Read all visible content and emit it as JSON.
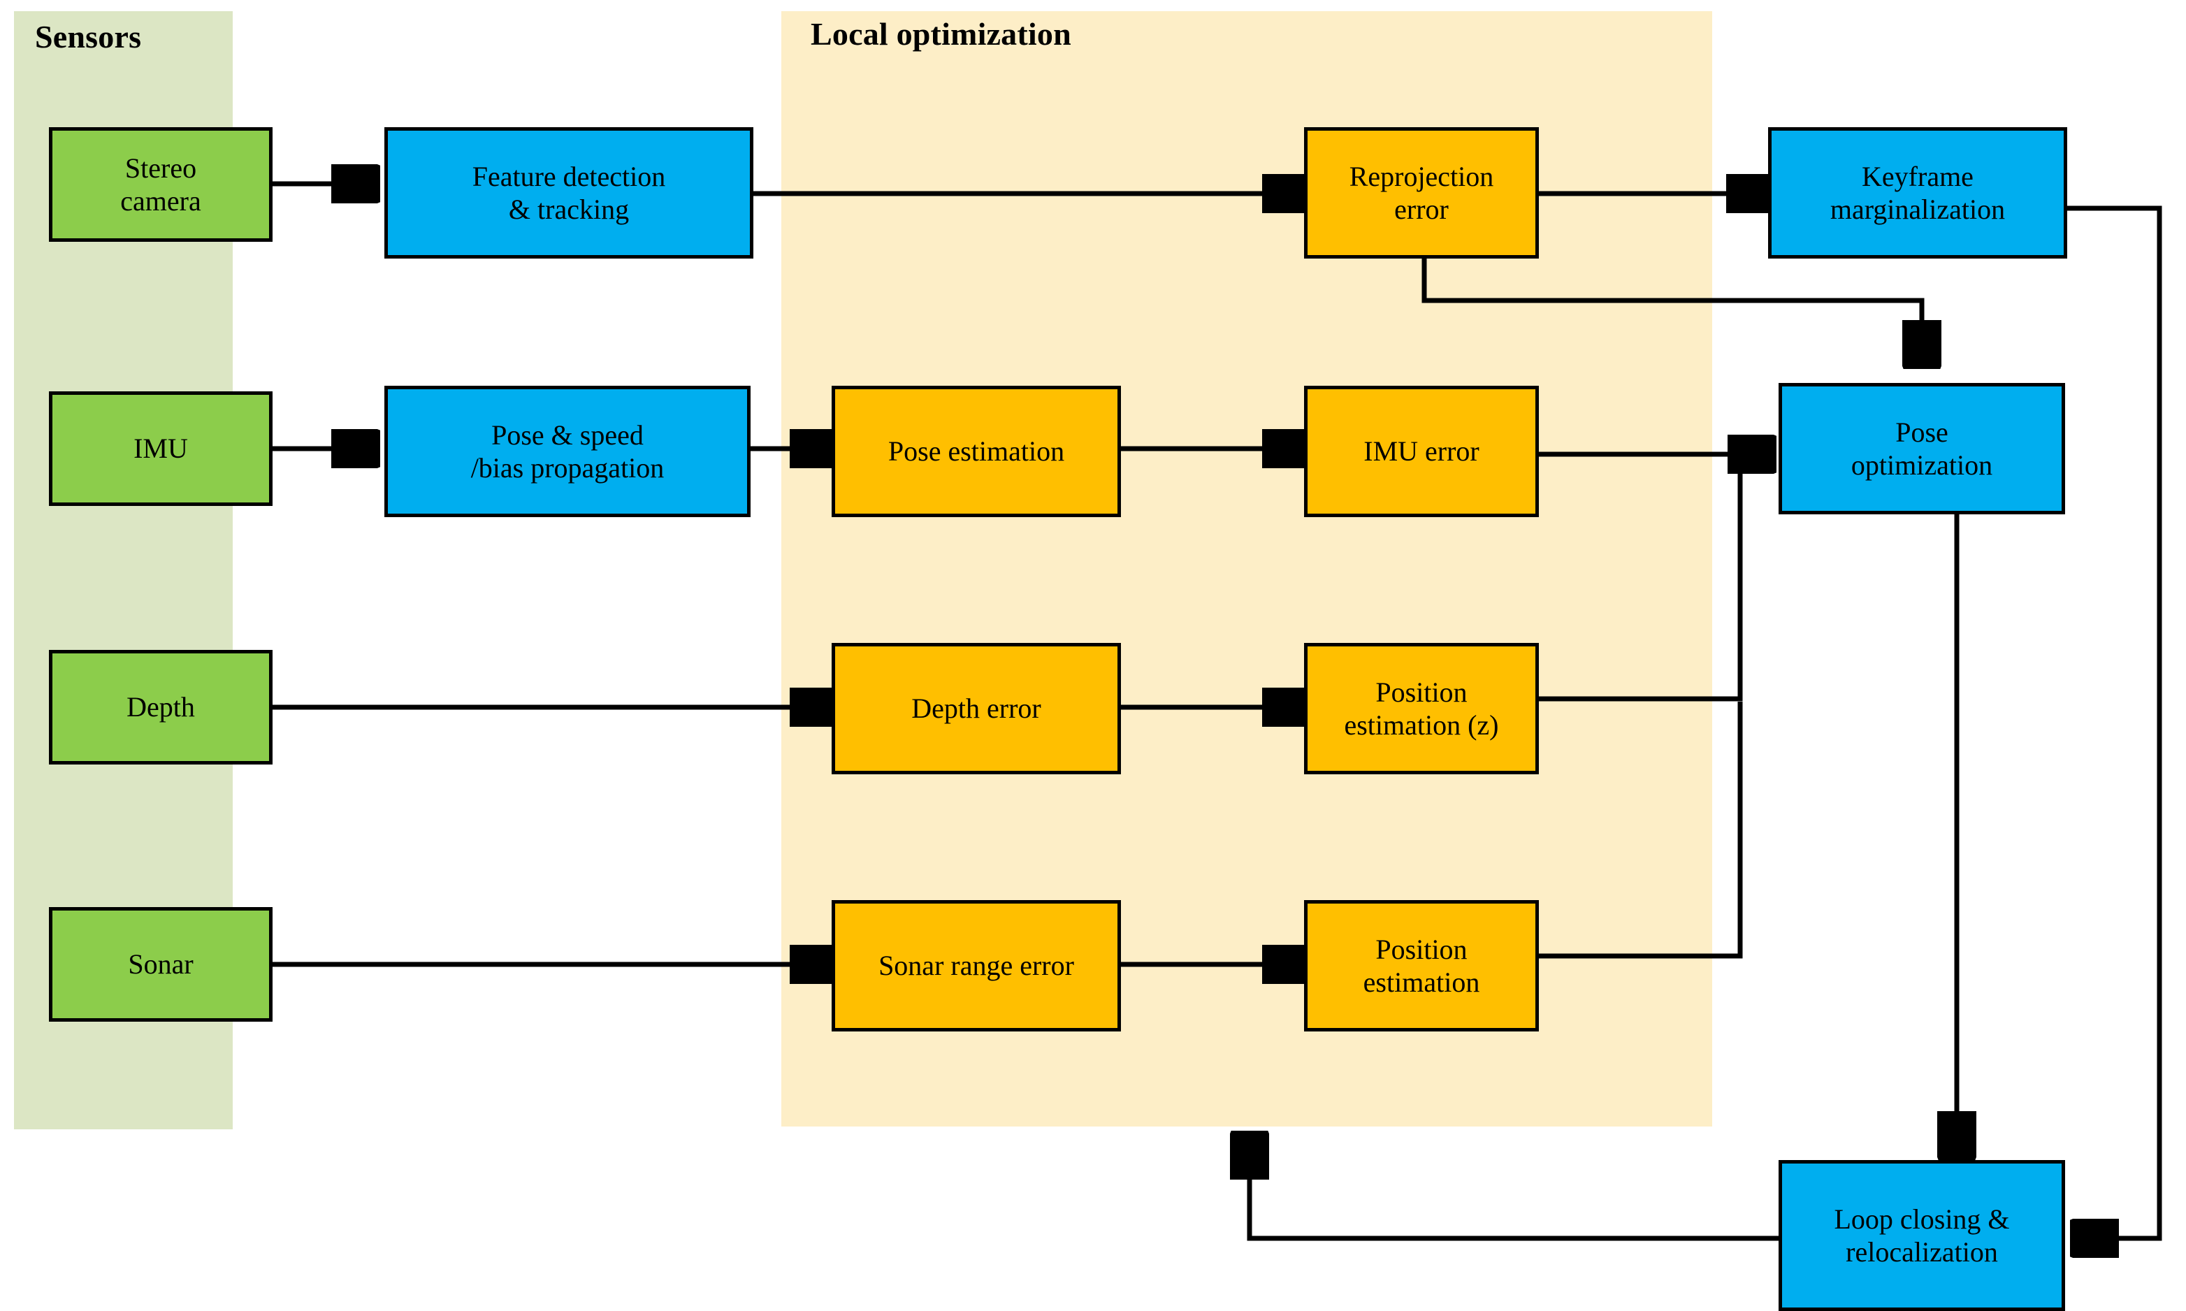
{
  "diagram": {
    "title_sensors": "Sensors",
    "title_local": "Local optimization",
    "colors": {
      "sensor_panel_bg": "#dce6c4",
      "local_panel_bg": "#fdeec7",
      "sensor_node": "#8ccd4b",
      "process_node": "#00aeef",
      "error_node": "#ffbf00",
      "stroke": "#000000"
    }
  },
  "sensors": {
    "panel_label": "Sensors",
    "items": [
      {
        "id": "stereo-camera",
        "label": "Stereo camera",
        "line1": "Stereo",
        "line2": "camera"
      },
      {
        "id": "imu",
        "label": "IMU",
        "line1": "IMU",
        "line2": ""
      },
      {
        "id": "depth",
        "label": "Depth",
        "line1": "Depth",
        "line2": ""
      },
      {
        "id": "sonar",
        "label": "Sonar",
        "line1": "Sonar",
        "line2": ""
      }
    ]
  },
  "local_optimization": {
    "panel_label": "Local optimization",
    "nodes": [
      {
        "id": "reprojection-error",
        "label": "Reprojection error",
        "line1": "Reprojection",
        "line2": "error",
        "color": "error"
      },
      {
        "id": "pose-estimation",
        "label": "Pose estimation",
        "line1": "Pose estimation",
        "line2": "",
        "color": "error"
      },
      {
        "id": "imu-error",
        "label": "IMU error",
        "line1": "IMU error",
        "line2": "",
        "color": "error"
      },
      {
        "id": "depth-error",
        "label": "Depth error",
        "line1": "Depth error",
        "line2": "",
        "color": "error"
      },
      {
        "id": "position-estimation-z",
        "label": "Position estimation (z)",
        "line1": "Position",
        "line2": "estimation (z)",
        "color": "error"
      },
      {
        "id": "sonar-range-error",
        "label": "Sonar range error",
        "line1": "Sonar range error",
        "line2": "",
        "color": "error"
      },
      {
        "id": "position-estimation",
        "label": "Position estimation",
        "line1": "Position",
        "line2": "estimation",
        "color": "error"
      }
    ]
  },
  "processes": [
    {
      "id": "feature-detection-tracking",
      "label": "Feature detection & tracking",
      "line1": "Feature detection",
      "line2": "& tracking"
    },
    {
      "id": "pose-speed-bias-propagation",
      "label": "Pose & speed /bias propagation",
      "line1": "Pose & speed",
      "line2": "/bias propagation"
    },
    {
      "id": "keyframe-marginalization",
      "label": "Keyframe marginalization",
      "line1": "Keyframe",
      "line2": "marginalization"
    },
    {
      "id": "pose-optimization",
      "label": "Pose optimization",
      "line1": "Pose",
      "line2": "optimization"
    },
    {
      "id": "loop-closing-relocalization",
      "label": "Loop closing & relocalization",
      "line1": "Loop closing &",
      "line2": "relocalization"
    }
  ],
  "edges": [
    {
      "from": "stereo-camera",
      "to": "feature-detection-tracking"
    },
    {
      "from": "feature-detection-tracking",
      "to": "reprojection-error"
    },
    {
      "from": "reprojection-error",
      "to": "keyframe-marginalization"
    },
    {
      "from": "reprojection-error",
      "to": "pose-optimization"
    },
    {
      "from": "imu",
      "to": "pose-speed-bias-propagation"
    },
    {
      "from": "pose-speed-bias-propagation",
      "to": "pose-estimation"
    },
    {
      "from": "pose-estimation",
      "to": "imu-error"
    },
    {
      "from": "imu-error",
      "to": "pose-optimization"
    },
    {
      "from": "depth",
      "to": "depth-error"
    },
    {
      "from": "depth-error",
      "to": "position-estimation-z"
    },
    {
      "from": "position-estimation-z",
      "to": "pose-optimization"
    },
    {
      "from": "sonar",
      "to": "sonar-range-error"
    },
    {
      "from": "sonar-range-error",
      "to": "position-estimation"
    },
    {
      "from": "position-estimation",
      "to": "pose-optimization"
    },
    {
      "from": "pose-optimization",
      "to": "loop-closing-relocalization"
    },
    {
      "from": "keyframe-marginalization",
      "to": "loop-closing-relocalization"
    },
    {
      "from": "loop-closing-relocalization",
      "to": "local-optimization-panel"
    }
  ]
}
